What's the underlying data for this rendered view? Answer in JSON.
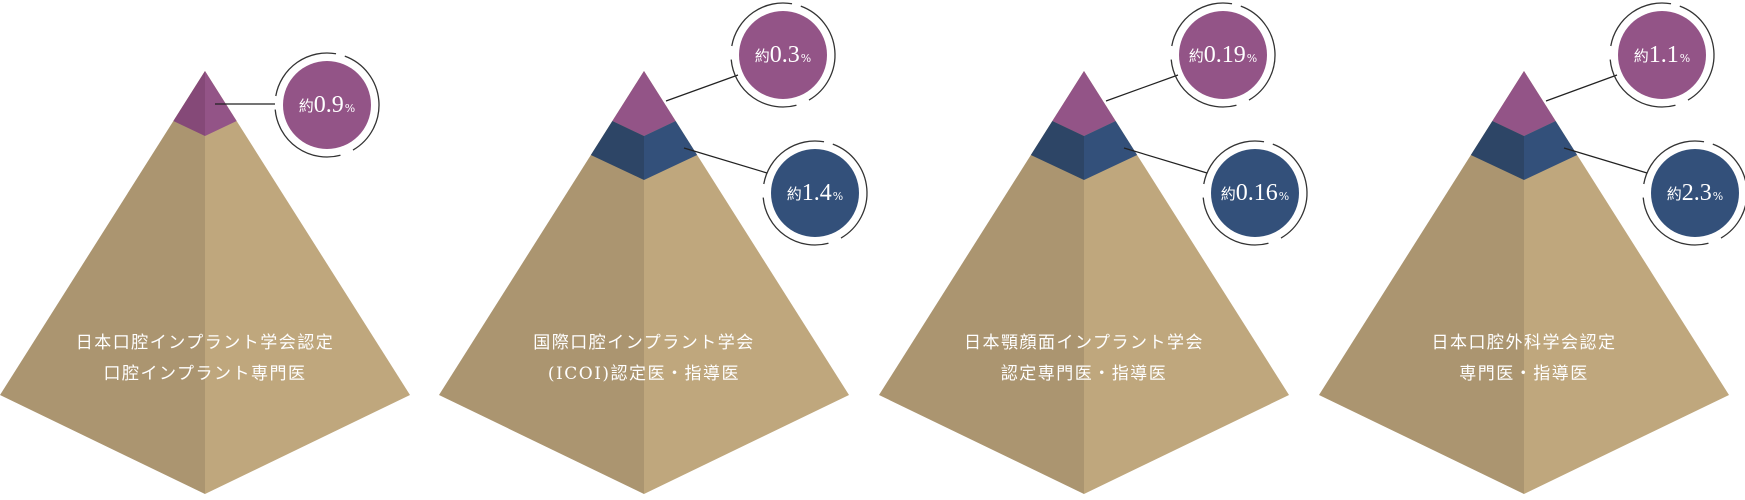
{
  "colors": {
    "base_left": "#ab9570",
    "base_right": "#bfa77d",
    "purple": "#935487",
    "purple_dark": "#854978",
    "navy": "#33507a",
    "navy_dark": "#2d4566",
    "ring": "#333333",
    "leader": "#222222",
    "text": "#ffffff"
  },
  "pyramids": [
    {
      "label_lines": [
        "日本口腔インプラント学会認定",
        "口腔インプラント専門医"
      ],
      "tiers": [
        {
          "tier": "top",
          "color": "purple",
          "prefix": "約",
          "value": "0.9",
          "unit": "%"
        }
      ]
    },
    {
      "label_lines": [
        "国際口腔インプラント学会",
        "(ICOI)認定医・指導医"
      ],
      "tiers": [
        {
          "tier": "top",
          "color": "purple",
          "prefix": "約",
          "value": "0.3",
          "unit": "%"
        },
        {
          "tier": "second",
          "color": "navy",
          "prefix": "約",
          "value": "1.4",
          "unit": "%"
        }
      ]
    },
    {
      "label_lines": [
        "日本顎顔面インプラント学会",
        "認定専門医・指導医"
      ],
      "tiers": [
        {
          "tier": "top",
          "color": "purple",
          "prefix": "約",
          "value": "0.19",
          "unit": "%"
        },
        {
          "tier": "second",
          "color": "navy",
          "prefix": "約",
          "value": "0.16",
          "unit": "%"
        }
      ]
    },
    {
      "label_lines": [
        "日本口腔外科学会認定",
        "専門医・指導医"
      ],
      "tiers": [
        {
          "tier": "top",
          "color": "purple",
          "prefix": "約",
          "value": "1.1",
          "unit": "%"
        },
        {
          "tier": "second",
          "color": "navy",
          "prefix": "約",
          "value": "2.3",
          "unit": "%"
        }
      ]
    }
  ]
}
